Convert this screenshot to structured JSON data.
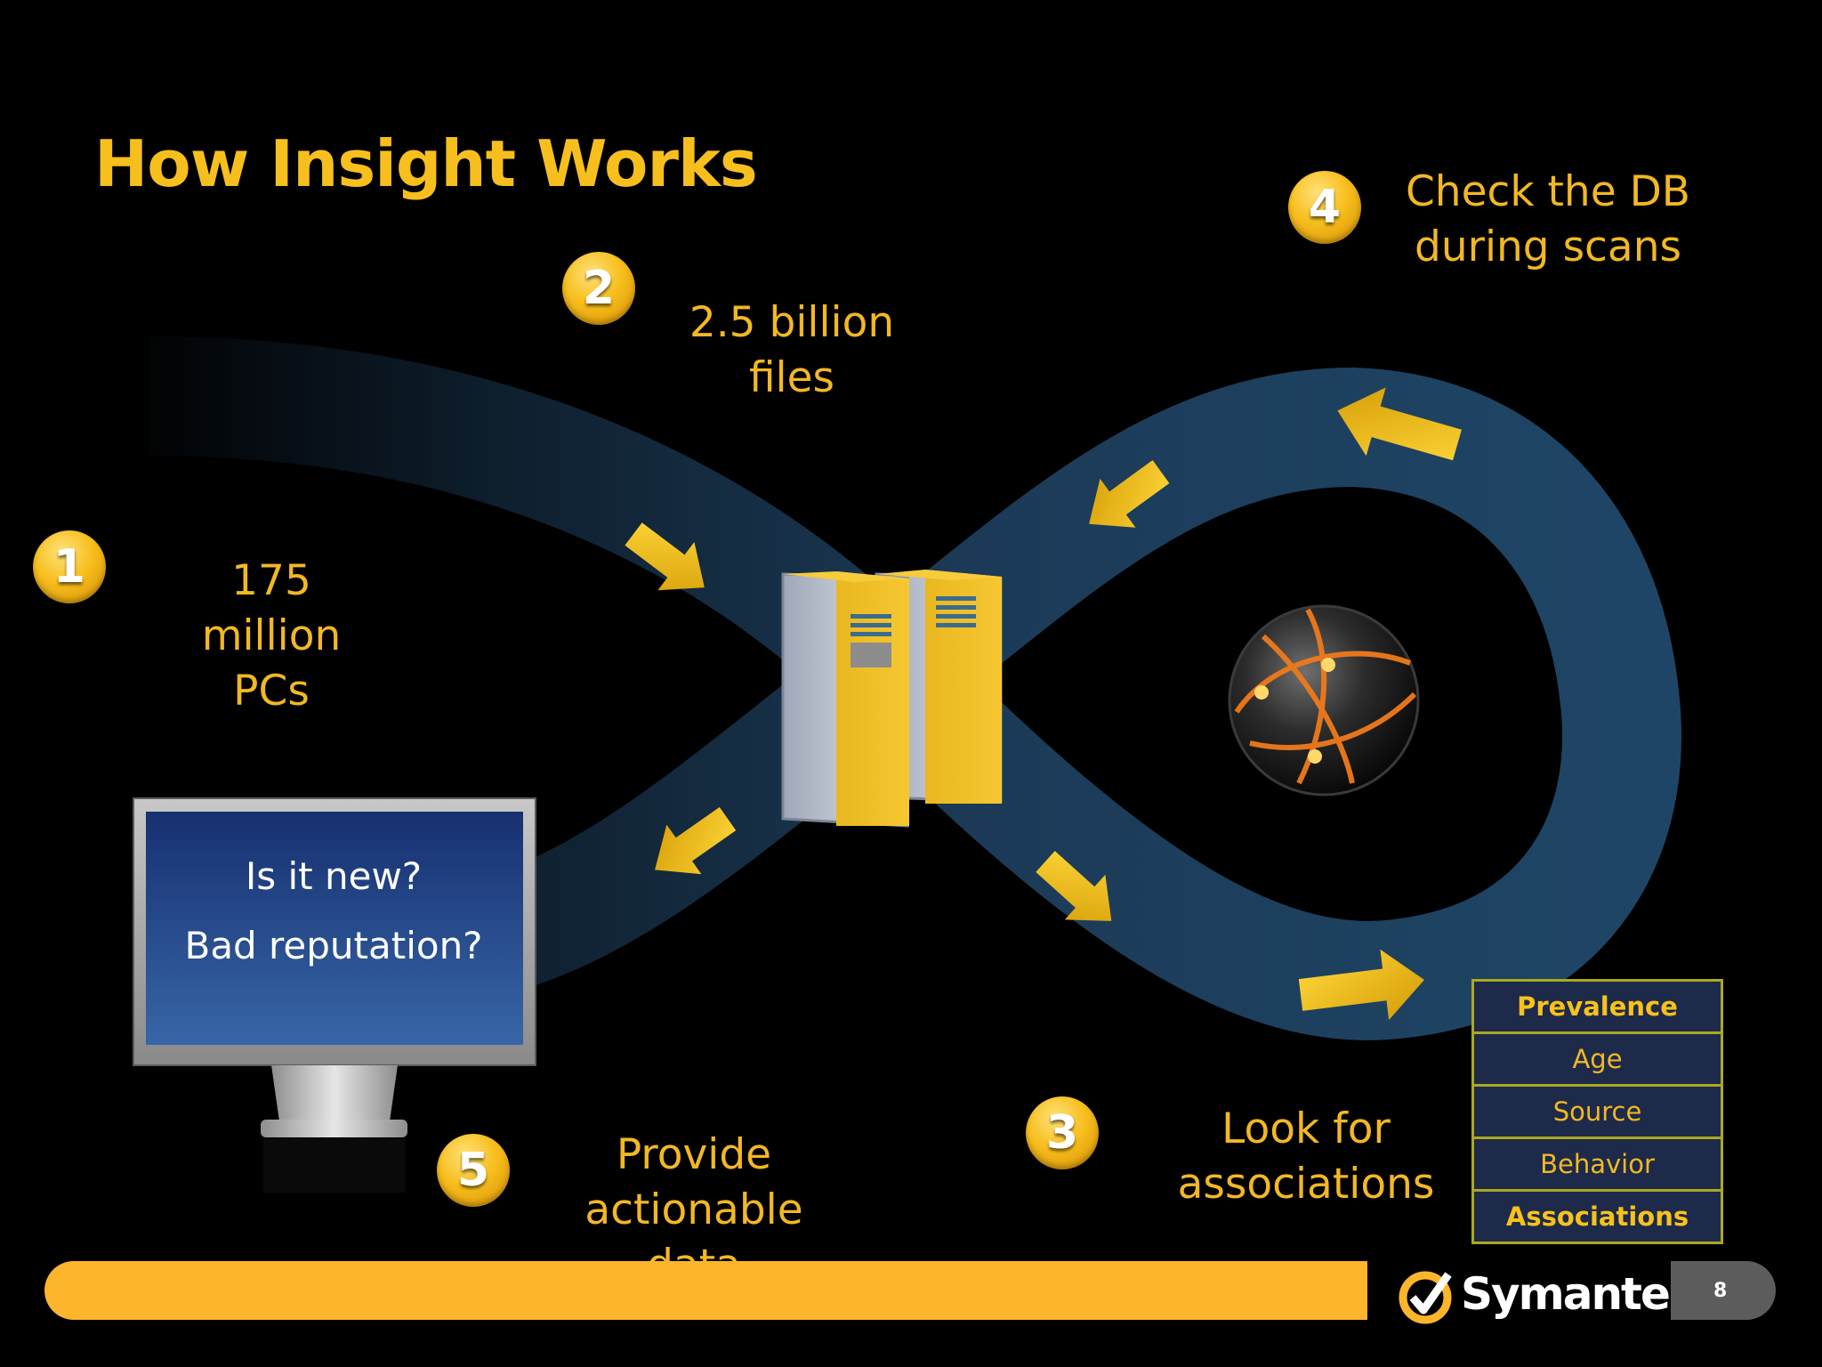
{
  "title": "How Insight Works",
  "steps": [
    {
      "number": "1",
      "text": "175 million PCs"
    },
    {
      "number": "2",
      "text": "2.5 billion files"
    },
    {
      "number": "3",
      "text": "Look for associations"
    },
    {
      "number": "4",
      "text": "Check the DB during scans"
    },
    {
      "number": "5",
      "text": "Provide actionable data"
    }
  ],
  "labels": {
    "step1_line1": "175",
    "step1_line2": "million",
    "step1_line3": "PCs",
    "step2_line1": "2.5 billion",
    "step2_line2": "files",
    "step3_line1": "Look for",
    "step3_line2": "associations",
    "step4_line1": "Check the DB",
    "step4_line2": "during scans",
    "step5_line1": "Provide",
    "step5_line2": "actionable data"
  },
  "monitor": {
    "line1": "Is it new?",
    "line2": "Bad reputation?"
  },
  "attributes": [
    "Prevalence",
    "Age",
    "Source",
    "Behavior",
    "Associations"
  ],
  "brand": "Symantec",
  "page_number": "8",
  "colors": {
    "accent": "#f7bf1e",
    "loop": "#1b3a56",
    "background": "#000000",
    "footer_bar": "#fdb52b",
    "table_fill": "#1d2a4a",
    "table_border": "#aaa91f"
  }
}
